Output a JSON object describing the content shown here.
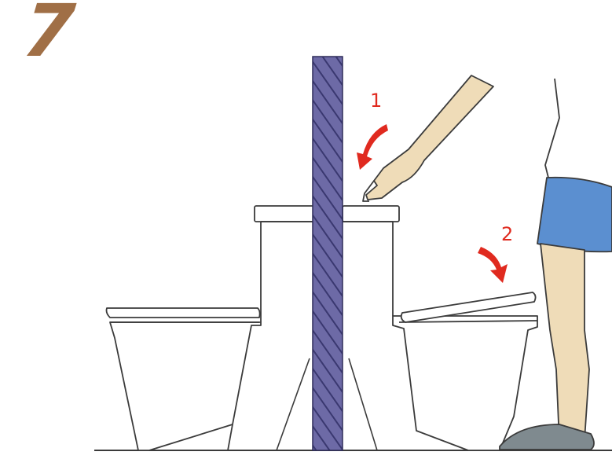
{
  "step": {
    "number": "7"
  },
  "callouts": [
    {
      "label": "1"
    },
    {
      "label": "2"
    }
  ],
  "colors": {
    "step_number": "#a06f46",
    "partition_wall": "#6d6aa6",
    "arrow": "#e02a1f",
    "shorts": "#5b8fd0",
    "skin": "#efdcb8",
    "slipper": "#7f8a8f",
    "outline": "#3b3b3b"
  },
  "icons": [
    "toilet-left-icon",
    "toilet-right-icon",
    "hand-icon",
    "person-legs-icon",
    "curved-arrow-icon"
  ]
}
